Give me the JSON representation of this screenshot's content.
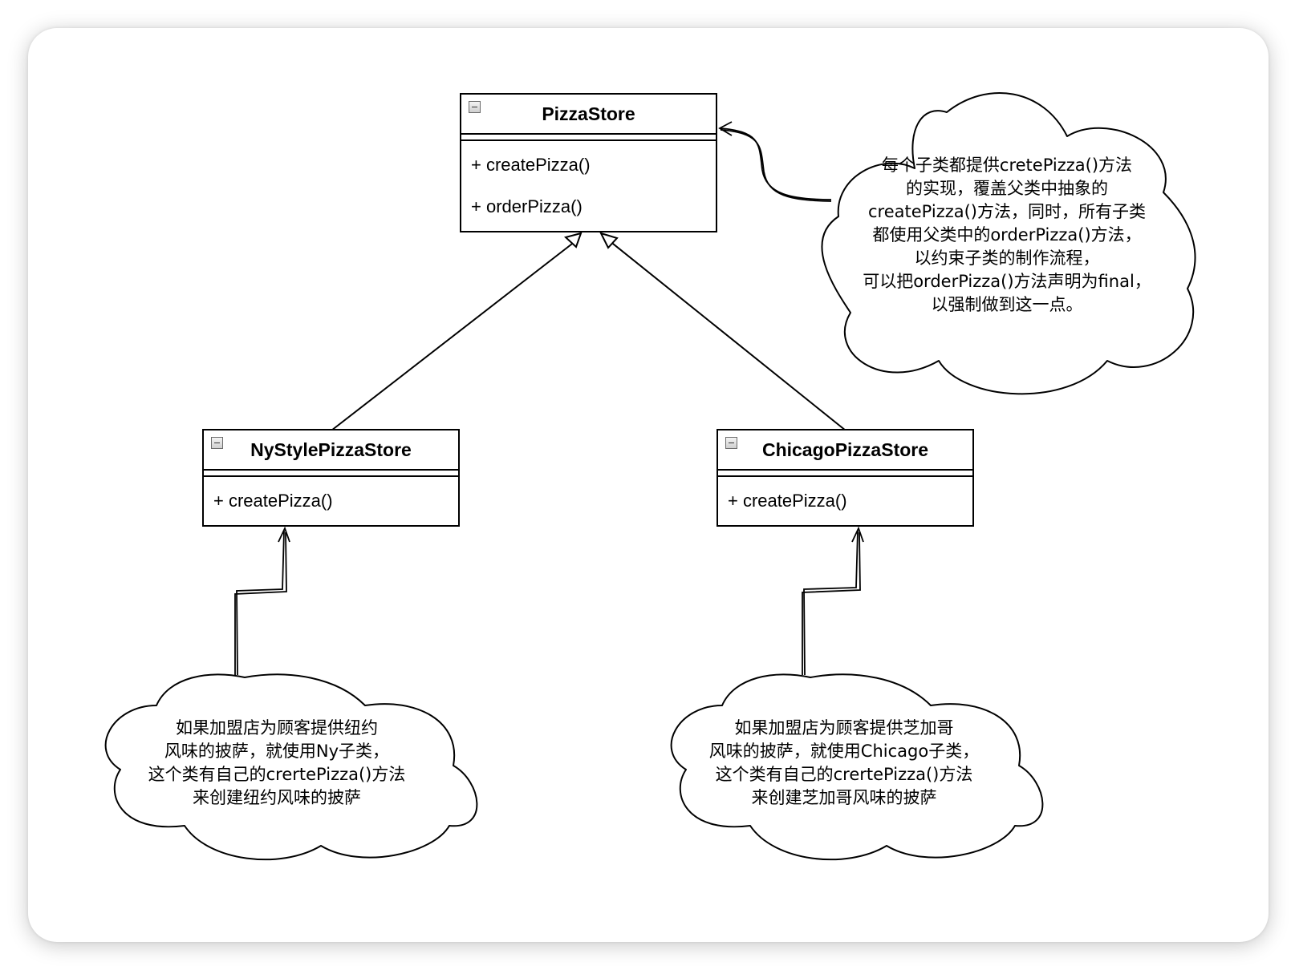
{
  "diagram": {
    "classes": {
      "pizza_store": {
        "name": "PizzaStore",
        "operations": [
          "+ createPizza()",
          "+ orderPizza()"
        ]
      },
      "ny_style_pizza_store": {
        "name": "NyStylePizzaStore",
        "operations": [
          "+ createPizza()"
        ]
      },
      "chicago_pizza_store": {
        "name": "ChicagoPizzaStore",
        "operations": [
          "+ createPizza()"
        ]
      }
    },
    "notes": {
      "top_right": "每个子类都提供cretePizza()方法\n的实现，覆盖父类中抽象的\ncreatePizza()方法，同时，所有子类\n都使用父类中的orderPizza()方法，\n以约束子类的制作流程，\n可以把orderPizza()方法声明为final，\n以强制做到这一点。",
      "bottom_left": "如果加盟店为顾客提供纽约\n风味的披萨，就使用Ny子类，\n这个类有自己的crertePizza()方法\n来创建纽约风味的披萨",
      "bottom_right": "如果加盟店为顾客提供芝加哥\n风味的披萨，就使用Chicago子类，\n这个类有自己的crertePizza()方法\n来创建芝加哥风味的披萨"
    },
    "relationships": [
      {
        "type": "generalization",
        "from": "NyStylePizzaStore",
        "to": "PizzaStore"
      },
      {
        "type": "generalization",
        "from": "ChicagoPizzaStore",
        "to": "PizzaStore"
      },
      {
        "type": "note-link",
        "from": "top_right",
        "to": "PizzaStore"
      },
      {
        "type": "note-link",
        "from": "bottom_left",
        "to": "NyStylePizzaStore"
      },
      {
        "type": "note-link",
        "from": "bottom_right",
        "to": "ChicagoPizzaStore"
      }
    ],
    "colors": {
      "stroke": "#000000",
      "background": "#ffffff"
    }
  }
}
